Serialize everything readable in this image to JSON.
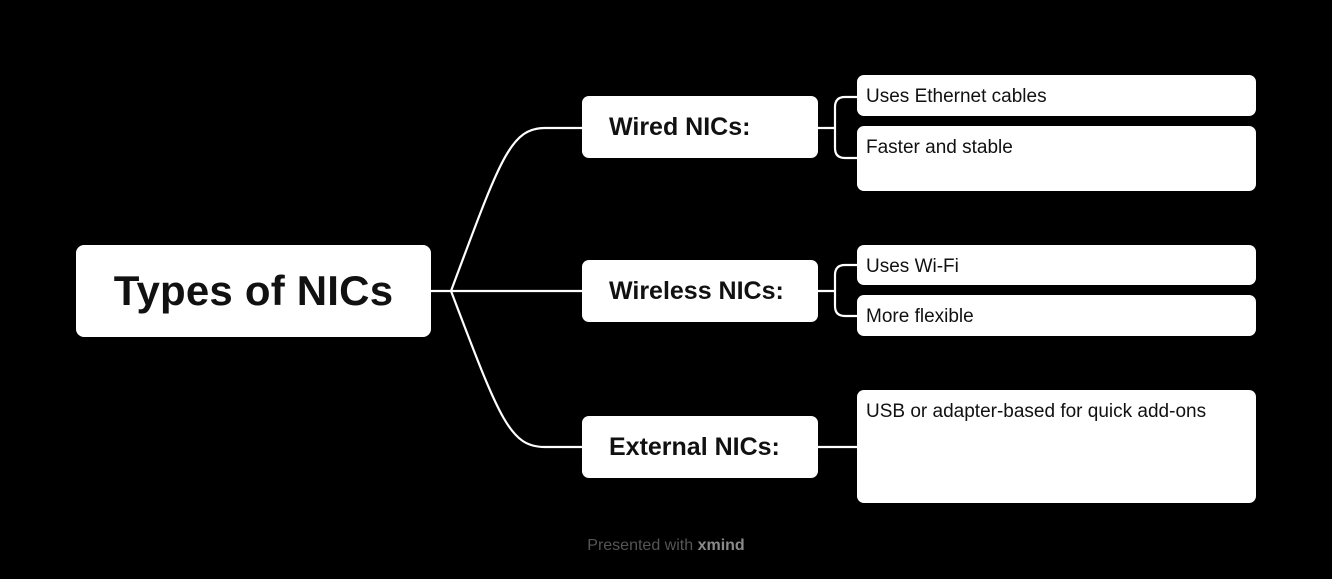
{
  "root": {
    "label": "Types of NICs"
  },
  "branches": [
    {
      "label": "Wired NICs:",
      "items": [
        "Uses Ethernet cables",
        "Faster and stable"
      ]
    },
    {
      "label": "Wireless NICs:",
      "items": [
        "Uses Wi-Fi",
        "More flexible"
      ]
    },
    {
      "label": "External NICs:",
      "items": [
        "USB or adapter-based for quick add-ons"
      ]
    }
  ],
  "footer": {
    "prefix": "Presented with",
    "brand": "xmind"
  },
  "colors": {
    "background": "#000000",
    "node": "#ffffff",
    "line": "#ffffff",
    "text": "#111111"
  }
}
